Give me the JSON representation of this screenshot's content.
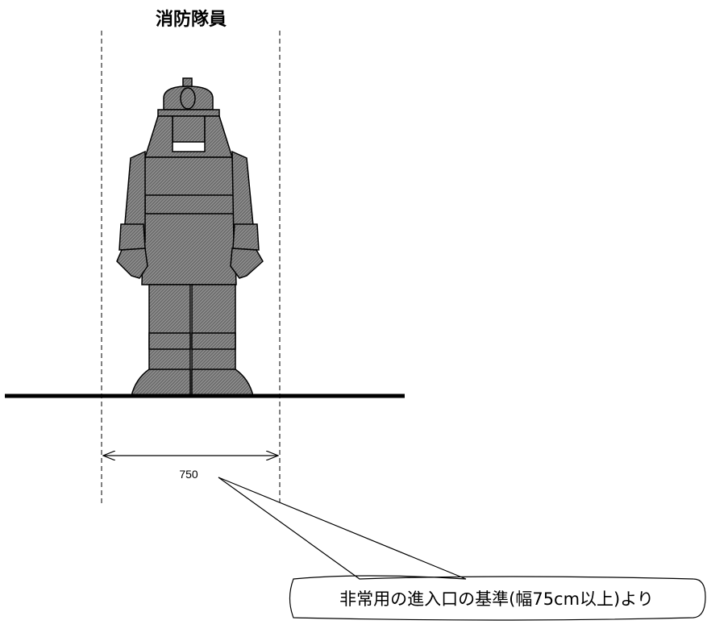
{
  "figure": {
    "title": "消防隊員",
    "dimension_label": "750",
    "callout_text": "非常用の進入口の基準(幅75cm以上)より"
  }
}
